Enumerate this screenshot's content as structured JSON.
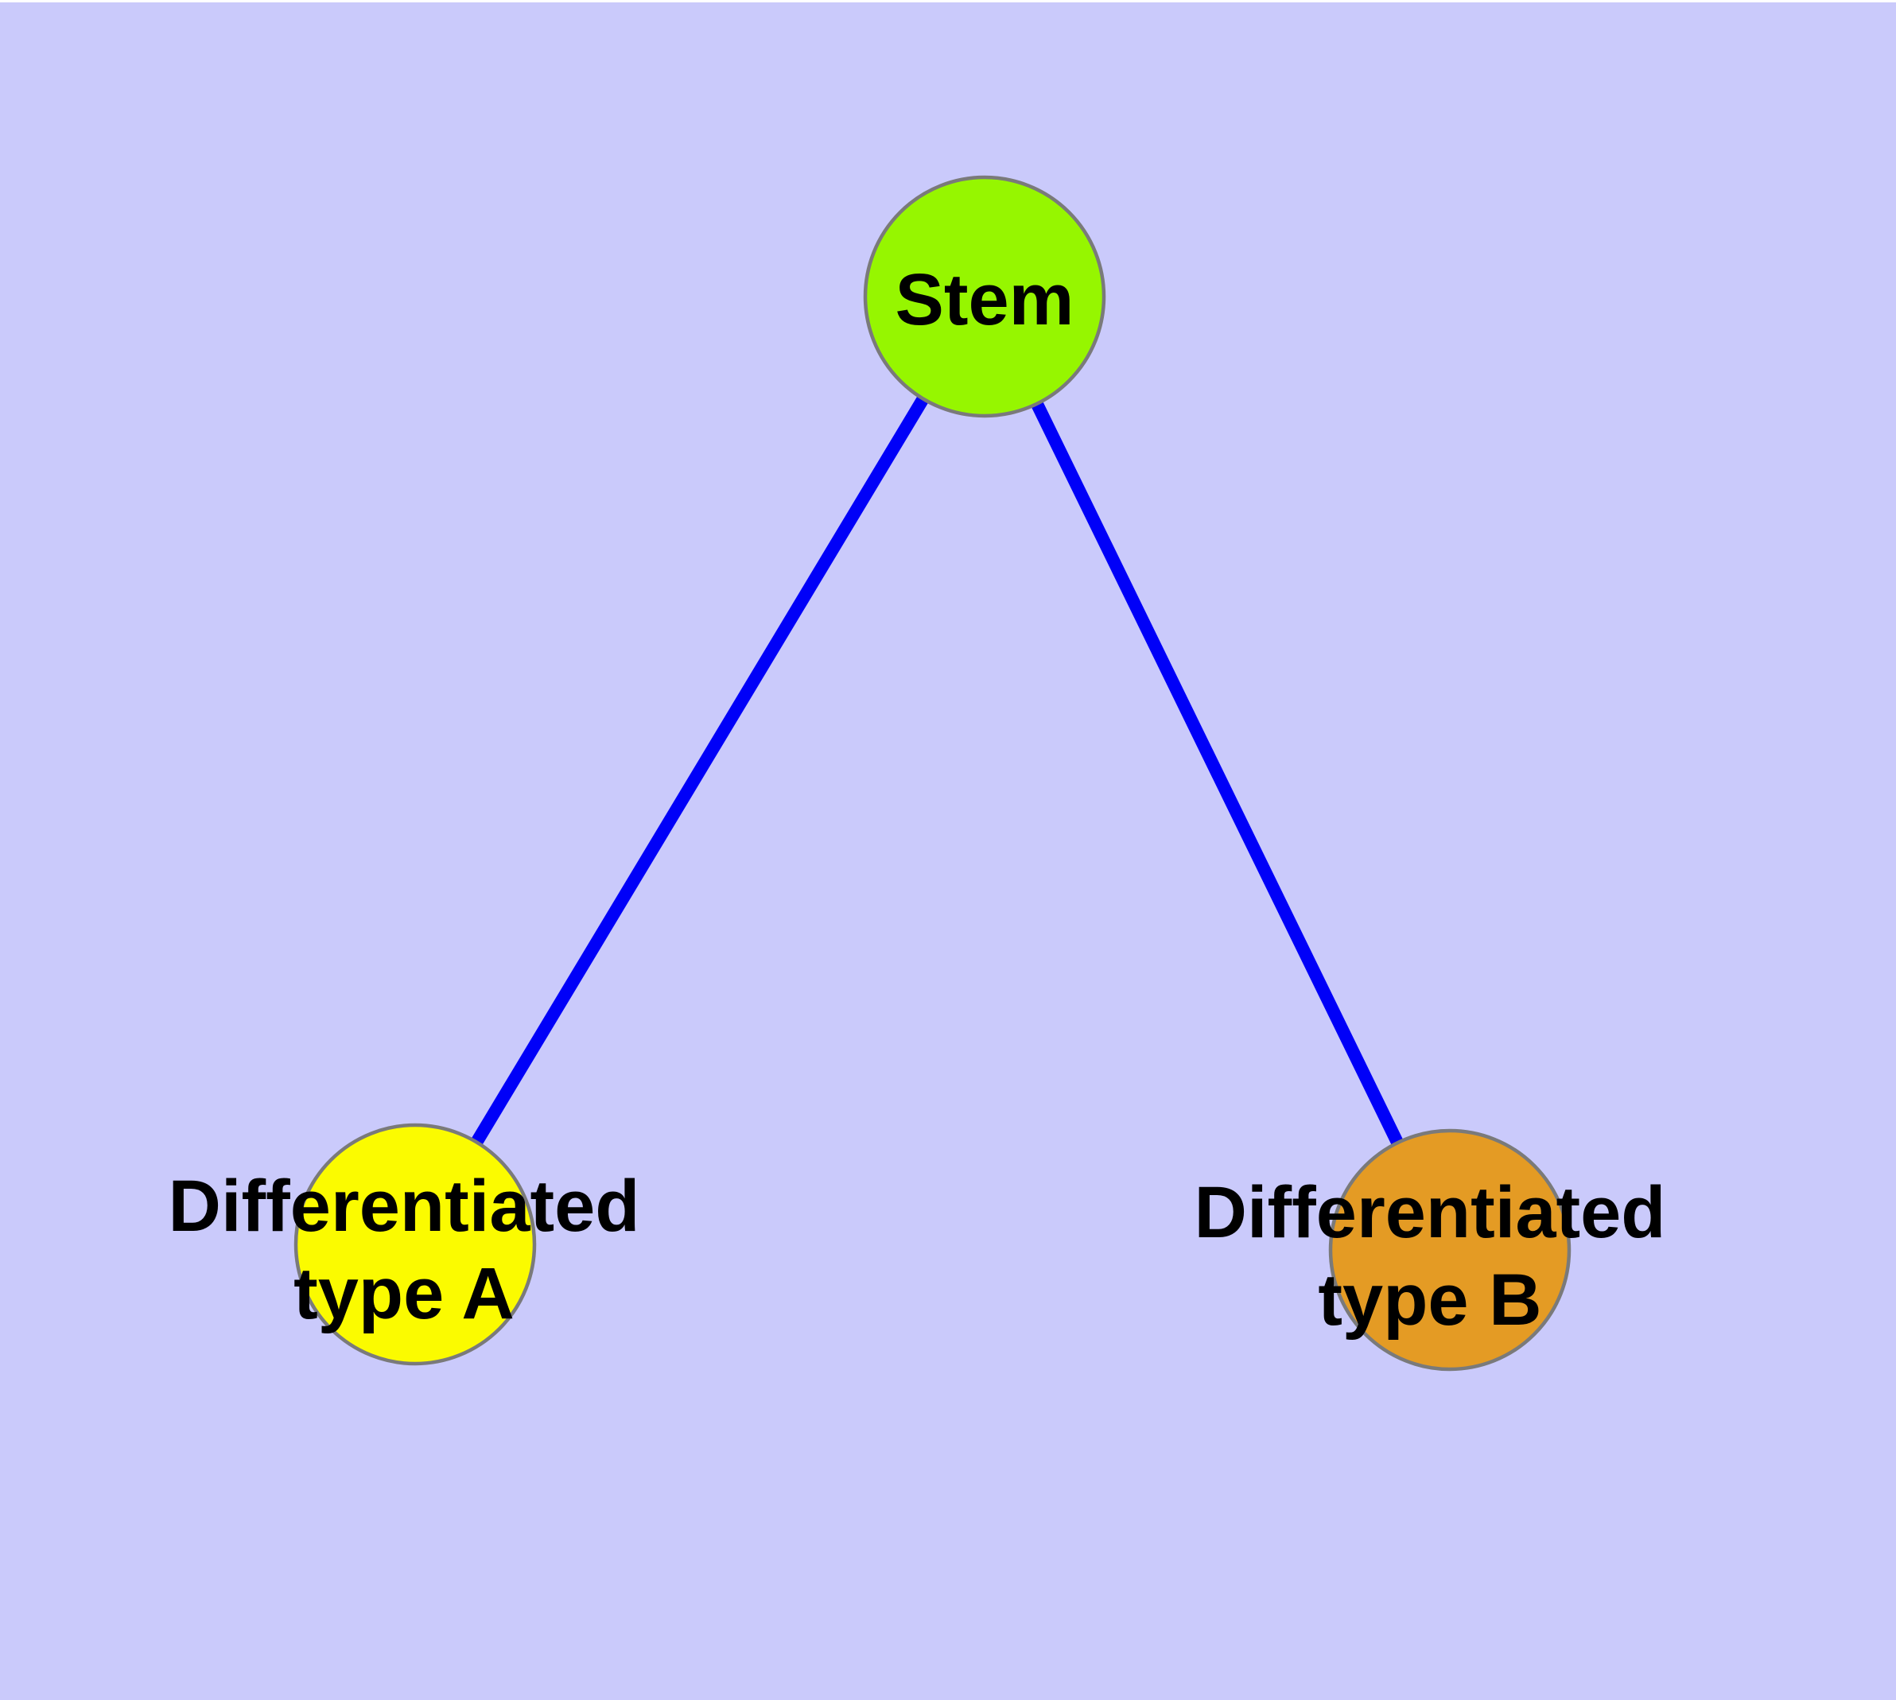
{
  "graph": {
    "nodes": {
      "stem": {
        "label": "Stem",
        "fill": "#96F600"
      },
      "type_a": {
        "label_line1": "Differentiated",
        "label_line2": "type A",
        "fill": "#FBFB00"
      },
      "type_b": {
        "label_line1": "Differentiated",
        "label_line2": "type B",
        "fill": "#E49B24"
      }
    },
    "edges": [
      {
        "from": "Stem",
        "to": "Differentiated type A"
      },
      {
        "from": "Stem",
        "to": "Differentiated type B"
      }
    ]
  },
  "colors": {
    "background": "#CACAFB",
    "top_margin": "#FFFFFF",
    "edge_line": "#0000F8",
    "node_border": "#7A7A7A",
    "label": "#000000"
  }
}
